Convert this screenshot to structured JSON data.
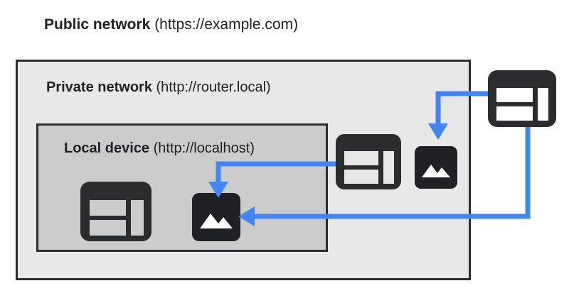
{
  "diagram": {
    "title_zone": {
      "name_bold": "Public network",
      "url_part": " (https://example.com)"
    },
    "zones": [
      {
        "id": "public",
        "name_bold": "Public network",
        "url_part": " (https://example.com)",
        "fill_color": "#ffffff",
        "border_color": "none"
      },
      {
        "id": "private",
        "name_bold": "Private network",
        "url_part": " (http://router.local)",
        "fill_color": "#e8e8e8",
        "border_color": "#2b2c2e"
      },
      {
        "id": "local",
        "name_bold": "Local device",
        "url_part": " (http://localhost)",
        "fill_color": "#cccccc",
        "border_color": "#2b2c2e"
      }
    ],
    "nodes": [
      {
        "id": "local-browser",
        "icon": "browser-window-icon",
        "zone": "local",
        "fill": "#2b2c2e",
        "panel_fill": "#cccccc"
      },
      {
        "id": "local-image",
        "icon": "image-placeholder-icon",
        "zone": "local",
        "fill": "#202124",
        "glyph_fill": "#ffffff"
      },
      {
        "id": "private-browser",
        "icon": "browser-window-icon",
        "zone": "private",
        "fill": "#2b2c2e",
        "panel_fill": "#e8e8e8"
      },
      {
        "id": "private-image",
        "icon": "image-placeholder-icon",
        "zone": "private",
        "fill": "#202124",
        "glyph_fill": "#ffffff"
      },
      {
        "id": "public-browser",
        "icon": "browser-window-icon",
        "zone": "public",
        "fill": "#2b2c2e",
        "panel_fill": "#ffffff"
      }
    ],
    "arrows": [
      {
        "id": "private-browser-to-local-image",
        "from": "private-browser",
        "to": "local-image",
        "color": "#4285f4"
      },
      {
        "id": "public-browser-to-private-image",
        "from": "public-browser",
        "to": "private-image",
        "color": "#4285f4"
      },
      {
        "id": "public-browser-to-local-image",
        "from": "public-browser",
        "to": "local-image",
        "color": "#4285f4"
      }
    ],
    "colors": {
      "accent_blue": "#4285f4",
      "icon_dark": "#2b2c2e",
      "text_dark": "#202124",
      "private_fill": "#e8e8e8",
      "local_fill": "#cccccc",
      "page_bg": "#ffffff"
    }
  }
}
